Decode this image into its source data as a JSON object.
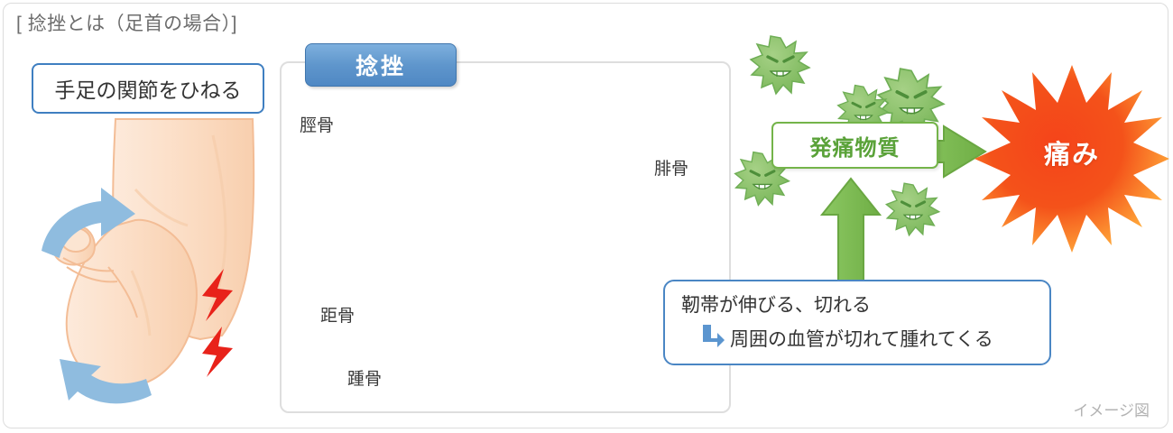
{
  "page": {
    "title": "[ 捻挫とは（足首の場合）]",
    "caption": "イメージ図"
  },
  "left_section": {
    "twist_box_label": "手足の関節をひねる",
    "arrow_top": "curved-arrow-right-icon",
    "arrow_bottom": "curved-arrow-left-icon",
    "pain_flash_icon": "lightning-bolt-icon"
  },
  "anatomy_panel": {
    "badge_label": "捻挫",
    "bone_labels": [
      {
        "name": "tibia",
        "text": "脛骨"
      },
      {
        "name": "fibula",
        "text": "腓骨"
      },
      {
        "name": "talus",
        "text": "距骨"
      },
      {
        "name": "calcaneus",
        "text": "踵骨"
      }
    ],
    "injury_marker": "red-circle-highlight-icon",
    "ligament_icon": "ligament-band-icon",
    "flash_icon": "lightning-bolt-icon"
  },
  "callout": {
    "line1": "靭帯が伸びる、切れる",
    "line2": "周囲の血管が切れて腫れてくる",
    "hook_icon": "arrow-turn-down-right-icon"
  },
  "pain_flow": {
    "substance_label": "発痛物質",
    "pain_label": "痛み",
    "up_arrow_icon": "arrow-up-icon",
    "right_arrow_icon": "arrow-right-icon",
    "germ_icon": "germ-virus-icon",
    "germ_count": 5
  },
  "colors": {
    "accent_blue": "#4a86c4",
    "badge_blue": "#5f96cc",
    "green": "#74b44a",
    "green_text": "#5aa239",
    "red": "#e8221a",
    "burst_orange": "#f05a14",
    "skin": "#fbdcc3",
    "ligament_blue": "#a8c8ea",
    "frame_gray": "#dcdcdc",
    "caption_gray": "#b3b3b3"
  }
}
